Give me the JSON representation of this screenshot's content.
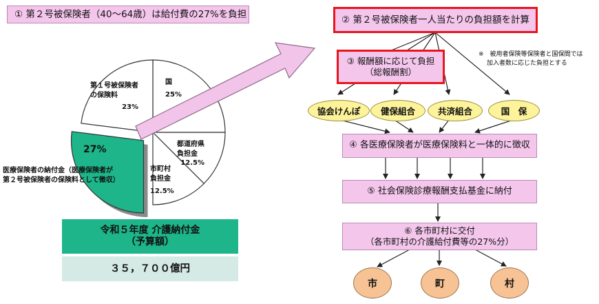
{
  "top_left_box": "① 第２号被保険者（40～64歳）は給付費の27%を負担",
  "pie": {
    "slices": [
      {
        "label_lines": [
          "国"
        ],
        "value_text": "25%",
        "value": 25
      },
      {
        "label_lines": [
          "都道府県",
          "負担金"
        ],
        "value_text": "12.5%",
        "value": 12.5
      },
      {
        "label_lines": [
          "市町村",
          "負担金"
        ],
        "value_text": "12.5%",
        "value": 12.5
      },
      {
        "label_lines": [],
        "value_text": "27%",
        "value": 27
      },
      {
        "label_lines": [
          "第１号被保険者",
          "の保険料"
        ],
        "value_text": "23%",
        "value": 23
      }
    ],
    "exploded_note": [
      "医療保険者の納付金（医療保険者が",
      "第２号被保険者の保険料として徴収）"
    ],
    "colors": {
      "highlight": "#1db589",
      "normal": "#ffffff",
      "stroke": "#333333"
    }
  },
  "budget": {
    "title": "令和５年度 介護納付金",
    "subtitle": "（予算額）",
    "amount": "３５，７００億円",
    "title_bg": "#1db589",
    "amount_bg": "#d5e9e5"
  },
  "flow": {
    "step2": "② 第２号被保険者一人当たりの負担額を計算",
    "step3_line1": "③ 報酬額に応じて負担",
    "step3_line2": "（総報酬割）",
    "note_line1": "※　被用者保険等保険者と国保間では",
    "note_line2": "加入者数に応じた負担とする",
    "insurers": [
      "協会けんぽ",
      "健保組合",
      "共済組合",
      "国　保"
    ],
    "step4": "④ 各医療保険者が医療保険料と一体的に徴収",
    "step5": "⑤ 社会保険診療報酬支払基金に納付",
    "step6_line1": "⑥ 各市町村に交付",
    "step6_line2": "（各市町村の介護給付費等の27%分）",
    "municipalities": [
      "市",
      "町",
      "村"
    ]
  },
  "colors": {
    "pink_box": "#f4c6ec",
    "red_border": "#e8141c",
    "yellow_oval": "#fdf39a",
    "orange_oval": "#f7c395"
  }
}
